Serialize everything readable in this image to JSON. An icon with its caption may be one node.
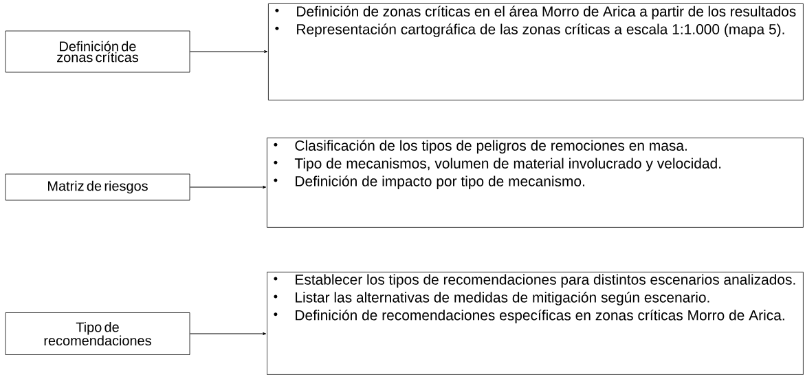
{
  "diagram": {
    "nodes": [
      {
        "text": [
          "Definición de zonas críticas"
        ]
      },
      {
        "text": [
          "Definición de zonas críticas en el área Morro de Arica a partir de los resultados",
          "Representación cartográfica de las zonas críticas a escala 1:1.000 (mapa 5)."
        ]
      },
      {
        "text": [
          "Matriz de riesgos"
        ]
      },
      {
        "text": [
          "Clasificación de los tipos de peligros de remociones en masa.",
          "Tipo de mecanismos, volumen de material involucrado y velocidad.",
          "Definición de impacto por tipo de mecanismo."
        ]
      },
      {
        "text": [
          "Tipo de recomendaciones"
        ]
      },
      {
        "text": [
          "Establecer los tipos de recomendaciones para distintos escenarios analizados.",
          "Listar las alternativas de medidas de mitigación según escenario.",
          "Definición de recomendaciones específicas en zonas críticas Morro de Arica."
        ]
      }
    ],
    "edges": [
      {
        "from": 0,
        "to": 1,
        "arrow": "to"
      },
      {
        "from": 2,
        "to": 3,
        "arrow": "to"
      },
      {
        "from": 4,
        "to": 5,
        "arrow": "to"
      }
    ]
  }
}
